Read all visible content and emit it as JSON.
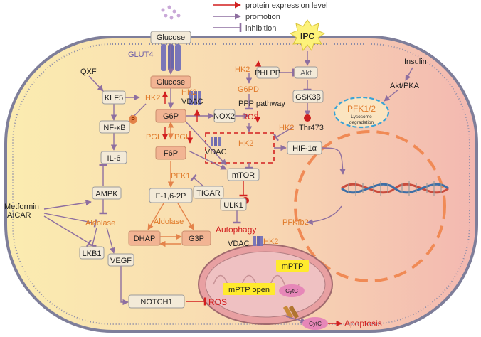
{
  "legend": {
    "expression": "protein expression level",
    "promotion": "promotion",
    "inhibition": "inhibition"
  },
  "labels": {
    "glucose_out": "Glucose",
    "glut4": "GLUT4",
    "glucose_in": "Glucose",
    "ipc": "IPC",
    "insulin": "Insulin",
    "akt_pka": "Akt/PKA",
    "pfk12": "PFK1/2",
    "lysosome": "Lysosome",
    "degradation": "degradation",
    "qxf": "QXF",
    "klf5": "KLF5",
    "hk2_klf5": "HK2",
    "hk2_vdac_top": "HK2",
    "vdac_top": "VDAC",
    "hk2_ros": "HK2",
    "g6pd": "G6PD",
    "phlpp": "PHLPP",
    "akt": "Akt",
    "gsk3b": "GSK3β",
    "ppp": "PPP pathway",
    "hk2_gsk": "HK2",
    "thr473": "Thr473",
    "nfkb": "NF-κB",
    "p_mark": "P",
    "g6p": "G6P",
    "nox2": "NOX2",
    "ros_mid": "ROS",
    "pgi1": "PGI",
    "pgi2": "PGI",
    "vdac_mid": "VDAC",
    "hk2_mid": "HK2",
    "hif": "HIF-1α",
    "il6": "IL-6",
    "f6p": "F6P",
    "pfk1": "PFK1",
    "mtor": "mTOR",
    "ampk": "AMPK",
    "tigar": "TIGAR",
    "f16": "F-1,6-2P",
    "ulk1": "ULK1",
    "metformin": "Metformin",
    "aicar": "AICAR",
    "aldolase_left": "Aldolase",
    "aldolase_mid": "Aldolase",
    "autophagy": "Autophagy",
    "pfkfb2": "PFKfb2",
    "dhap": "DHAP",
    "g3p": "G3P",
    "vdac_mito": "VDAC",
    "hk2_mito": "HK2",
    "lkb1": "LKB1",
    "vegf": "VEGF",
    "mptp": "mPTP",
    "mptp_open": "mPTP open",
    "cytc_in": "CytC",
    "notch1": "NOTCH1",
    "ros_bottom": "ROS",
    "cytc_out": "CytC",
    "apoptosis": "Apoptosis"
  },
  "colors": {
    "promotion": "#8e6fa0",
    "inhibition": "#8e6fa0",
    "expression": "#d21f1f",
    "text_orange": "#e07a2a",
    "text_red": "#d21f1f",
    "node_fill": "#f3ead8",
    "node_orange": "#f2b493"
  }
}
